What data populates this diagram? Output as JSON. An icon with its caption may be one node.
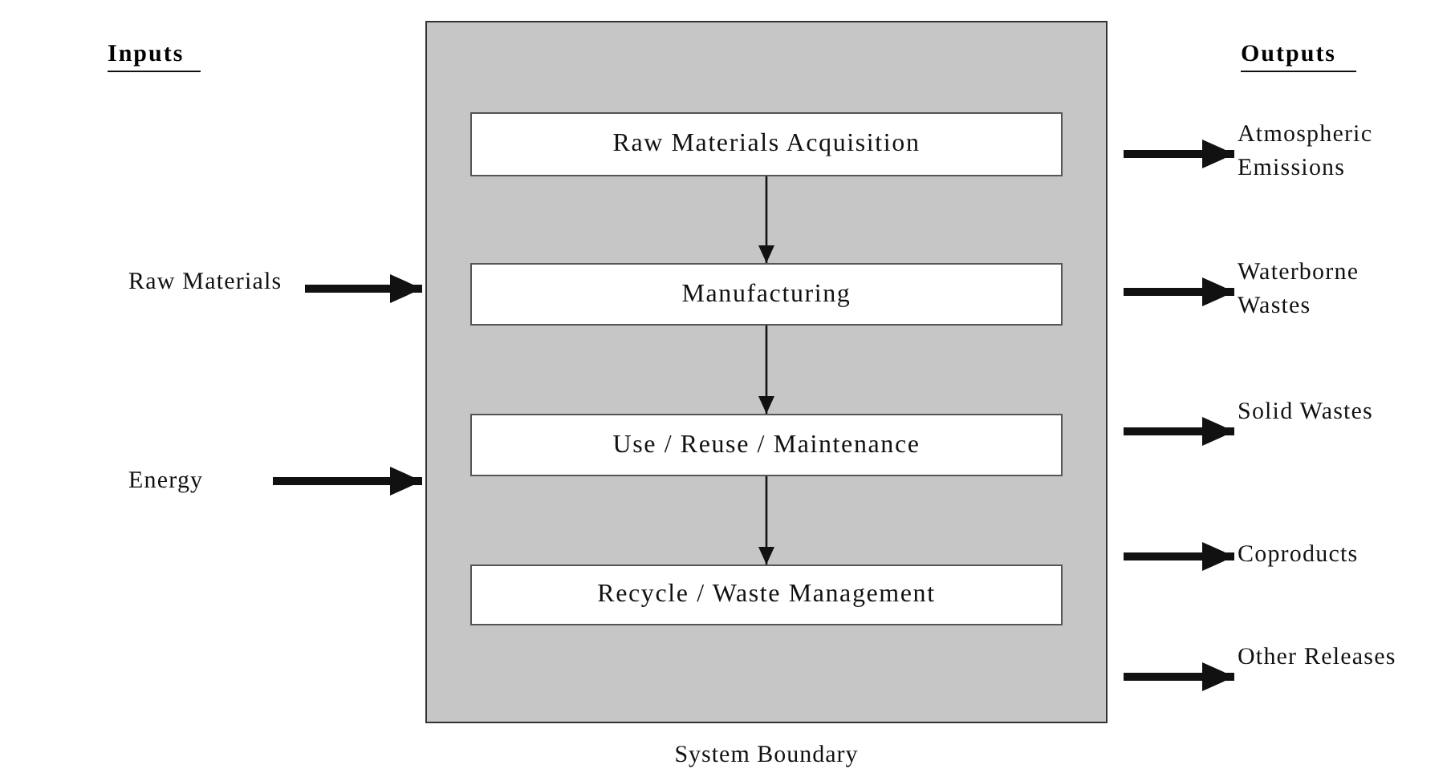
{
  "diagram": {
    "nodes": [
      {
        "text": [
          "System Boundary"
        ]
      },
      {
        "text": [
          "Raw Materials Acquisition"
        ],
        "in": 0
      },
      {
        "text": [
          "Manufacturing"
        ],
        "in": 0
      },
      {
        "text": [
          "Use / Reuse / Maintenance"
        ],
        "in": 0
      },
      {
        "text": [
          "Recycle / Waste Management"
        ],
        "in": 0
      },
      {
        "text": [
          "Raw Materials"
        ]
      },
      {
        "text": [
          "Energy"
        ]
      },
      {
        "text": [
          "Atmospheric Emissions"
        ]
      },
      {
        "text": [
          "Waterborne Wastes"
        ]
      },
      {
        "text": [
          "Solid Wastes"
        ]
      },
      {
        "text": [
          "Coproducts"
        ]
      },
      {
        "text": [
          "Other Releases"
        ]
      }
    ],
    "edges": [
      {
        "from": 1,
        "to": 2,
        "arrow": "to"
      },
      {
        "from": 2,
        "to": 3,
        "arrow": "to"
      },
      {
        "from": 3,
        "to": 4,
        "arrow": "to"
      },
      {
        "from": 5,
        "to": 0,
        "arrow": "to"
      },
      {
        "from": 6,
        "to": 0,
        "arrow": "to"
      },
      {
        "from": 0,
        "to": 7,
        "arrow": "to"
      },
      {
        "from": 0,
        "to": 8,
        "arrow": "to"
      },
      {
        "from": 0,
        "to": 9,
        "arrow": "to"
      },
      {
        "from": 0,
        "to": 10,
        "arrow": "to"
      },
      {
        "from": 0,
        "to": 11,
        "arrow": "to"
      }
    ],
    "labels": [
      "Inputs",
      "Outputs"
    ]
  }
}
